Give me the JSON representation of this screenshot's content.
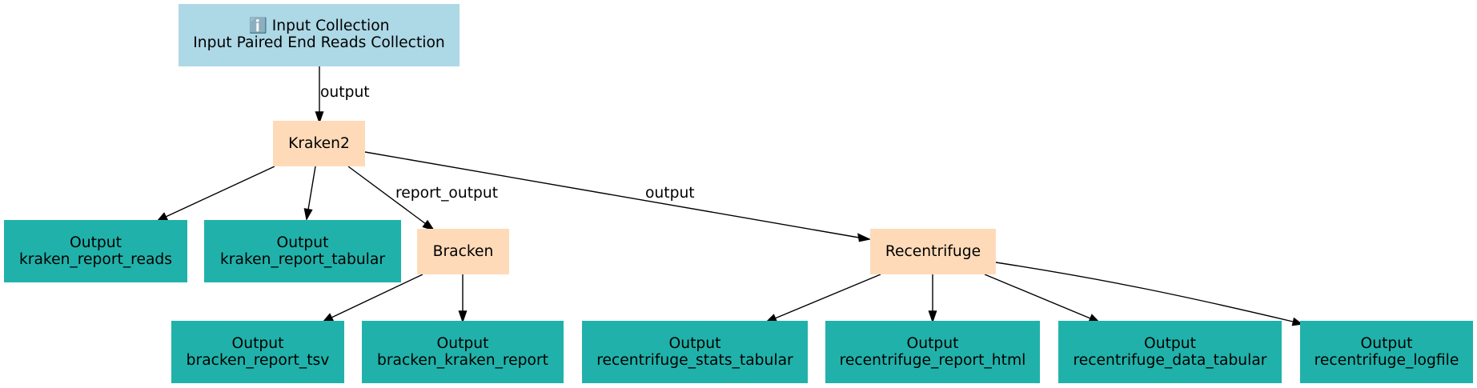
{
  "colors": {
    "input": "#add8e6",
    "tool": "#ffdab9",
    "output": "#20b2aa",
    "edge": "#000000"
  },
  "nodes": {
    "input": {
      "icon": "ℹ️",
      "line1": "Input Collection",
      "line2": "Input Paired End Reads Collection"
    },
    "kraken2": {
      "label": "Kraken2"
    },
    "bracken": {
      "label": "Bracken"
    },
    "recentrifuge": {
      "label": "Recentrifuge"
    },
    "out_kraken_report_reads": {
      "line1": "Output",
      "line2": "kraken_report_reads"
    },
    "out_kraken_report_tabular": {
      "line1": "Output",
      "line2": "kraken_report_tabular"
    },
    "out_bracken_report_tsv": {
      "line1": "Output",
      "line2": "bracken_report_tsv"
    },
    "out_bracken_kraken_report": {
      "line1": "Output",
      "line2": "bracken_kraken_report"
    },
    "out_recentrifuge_stats_tabular": {
      "line1": "Output",
      "line2": "recentrifuge_stats_tabular"
    },
    "out_recentrifuge_report_html": {
      "line1": "Output",
      "line2": "recentrifuge_report_html"
    },
    "out_recentrifuge_data_tabular": {
      "line1": "Output",
      "line2": "recentrifuge_data_tabular"
    },
    "out_recentrifuge_logfile": {
      "line1": "Output",
      "line2": "recentrifuge_logfile"
    }
  },
  "edges": {
    "input_to_kraken2": "output",
    "kraken2_to_bracken": "report_output",
    "kraken2_to_recentrifuge": "output"
  }
}
